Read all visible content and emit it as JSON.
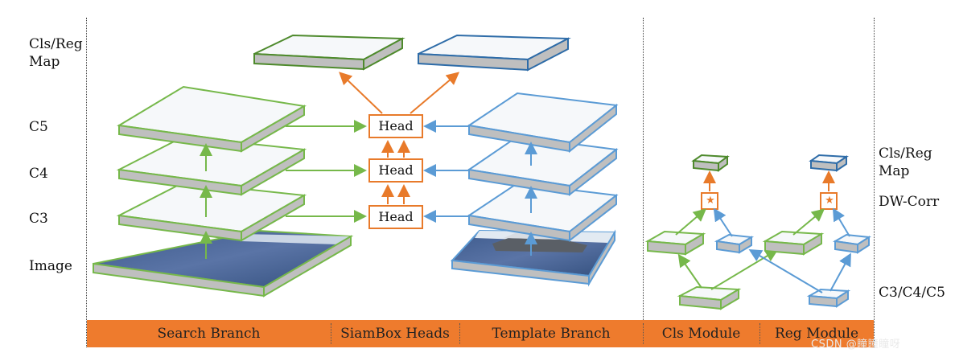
{
  "row_labels": {
    "cls_reg_map": "Cls/Reg\nMap",
    "c5": "C5",
    "c4": "C4",
    "c3": "C3",
    "image": "Image"
  },
  "right_labels": {
    "cls_reg_map": "Cls/Reg\nMap",
    "dw_corr": "DW-Corr",
    "c3c4c5": "C3/C4/C5"
  },
  "heads": [
    "Head",
    "Head",
    "Head"
  ],
  "bottom_bar": {
    "segments": [
      "Search Branch",
      "SiamBox Heads",
      "Template Branch",
      "Cls Module",
      "Reg Module"
    ]
  },
  "watermark": "CSDN @瞳瞳瞳呀",
  "colors": {
    "green": "#76b84a",
    "green_dark": "#4e8a2c",
    "blue": "#5b9bd5",
    "blue_dark": "#2e6ca8",
    "orange": "#e87a2a",
    "bar": "#ee7b2d",
    "slab_side": "#bfbfbf",
    "water": "#4a6595"
  },
  "icons": {
    "corr_symbol": "★"
  }
}
